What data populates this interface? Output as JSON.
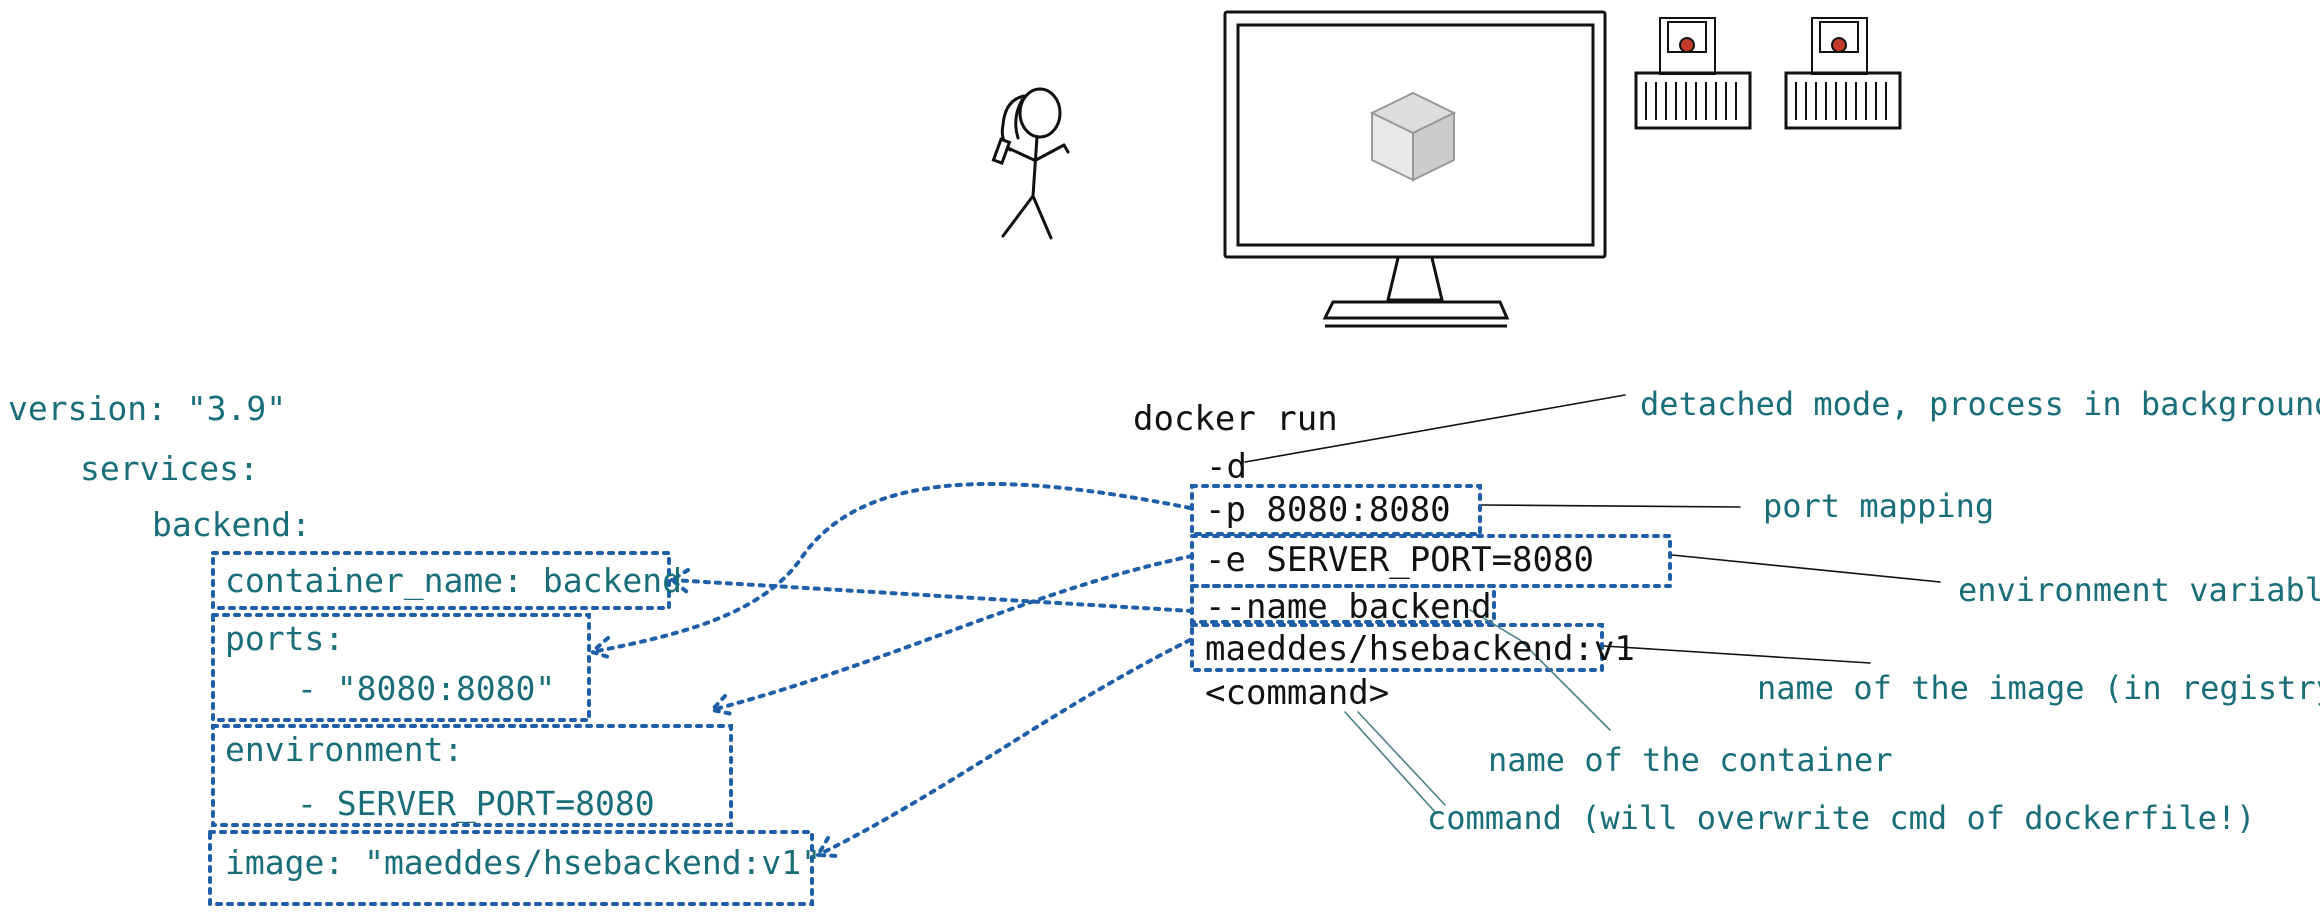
{
  "compose": {
    "version_line": "version: \"3.9\"",
    "services_line": "services:",
    "backend_line": "backend:",
    "container_name_line": "container_name: backend",
    "ports_line": "ports:",
    "ports_value_line": "- \"8080:8080\"",
    "environment_line": "environment:",
    "environment_value_line": "- SERVER_PORT=8080",
    "image_line": "image: \"maeddes/hsebackend:v1\""
  },
  "docker_run": {
    "command_line": "docker run",
    "detach_flag": "-d",
    "port_flag": "-p 8080:8080",
    "env_flag": "-e SERVER_PORT=8080",
    "name_flag": "--name backend",
    "image_arg": "maeddes/hsebackend:v1",
    "command_arg": "<command>"
  },
  "annotations": {
    "detached": "detached mode, process in background",
    "port_mapping": "port mapping",
    "env_variable": "environment variable",
    "image_name": "name of the image (in registry)",
    "container_name": "name of the container",
    "command": "command (will overwrite cmd of dockerfile!)"
  },
  "colors": {
    "teal": "#1a6e7a",
    "box_border": "#1f5fa8",
    "ink": "#111111"
  }
}
